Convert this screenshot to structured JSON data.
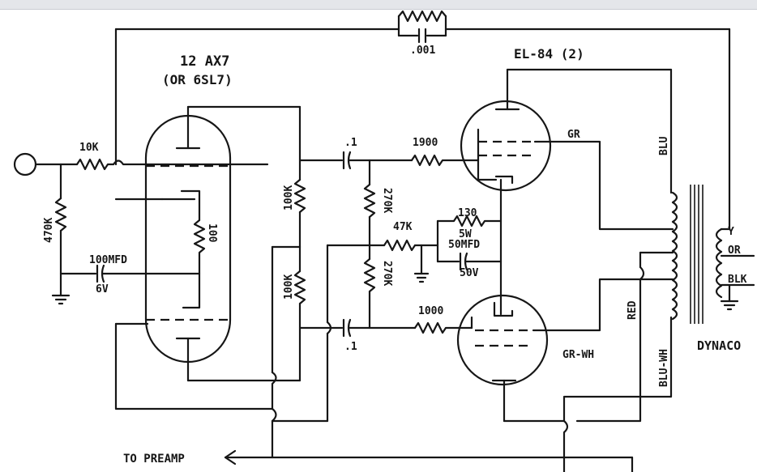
{
  "labels": {
    "tube_12ax7": "12 AX7",
    "tube_alt": "(OR 6SL7)",
    "tube_el84": "EL-84 (2)",
    "cap_001": ".001",
    "r_10k": "10K",
    "r_470k": "470K",
    "r_100": "100",
    "cap_100mfd": "100MFD",
    "v_6v": "6V",
    "r_100k_a": "100K",
    "r_100k_b": "100K",
    "cap_1_a": ".1",
    "cap_1_b": ".1",
    "r_270k_a": "270K",
    "r_270k_b": "270K",
    "r_47k": "47K",
    "r_1900": "1900",
    "r_1000": "1000",
    "r_130": "130",
    "p_5w": "5W",
    "cap_50mfd": "50MFD",
    "v_50v": "50V",
    "w_gr": "GR",
    "w_grwh": "GR-WH",
    "w_blu": "BLU",
    "w_red": "RED",
    "w_bluwh": "BLU-WH",
    "t_y": "Y",
    "t_or": "OR",
    "t_blk": "BLK",
    "transformer": "DYNACO",
    "to_preamp": "TO PREAMP"
  }
}
